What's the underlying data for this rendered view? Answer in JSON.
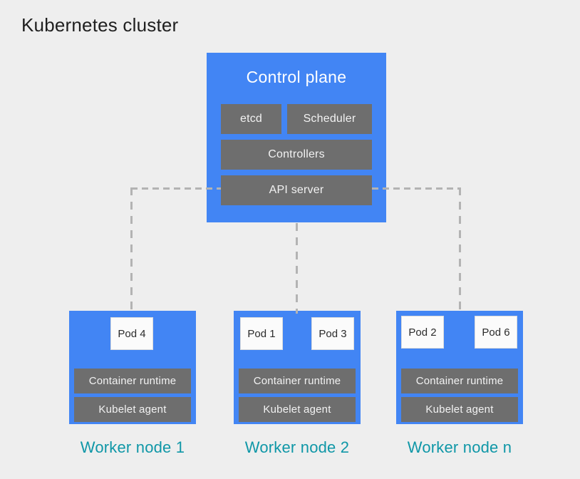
{
  "title": "Kubernetes cluster",
  "colors": {
    "background": "#eeeeee",
    "node_blue": "#4285f4",
    "component_gray": "#6e6e6e",
    "component_text": "#f2f2f2",
    "pod_white": "#fbfbfb",
    "connector_gray": "#b3b3b3",
    "label_teal": "#0f97a7",
    "title_dark": "#1f1f1f"
  },
  "control_plane": {
    "label": "Control plane",
    "components": [
      {
        "label": "etcd"
      },
      {
        "label": "Scheduler"
      },
      {
        "label": "Controllers"
      },
      {
        "label": "API server"
      }
    ]
  },
  "worker_nodes": [
    {
      "label": "Worker node 1",
      "pods": [
        "Pod 4"
      ],
      "components": [
        "Container runtime",
        "Kubelet agent"
      ]
    },
    {
      "label": "Worker node 2",
      "pods": [
        "Pod 1",
        "Pod 3"
      ],
      "components": [
        "Container runtime",
        "Kubelet agent"
      ]
    },
    {
      "label": "Worker node n",
      "pods": [
        "Pod 2",
        "Pod 6"
      ],
      "components": [
        "Container runtime",
        "Kubelet agent"
      ]
    }
  ]
}
